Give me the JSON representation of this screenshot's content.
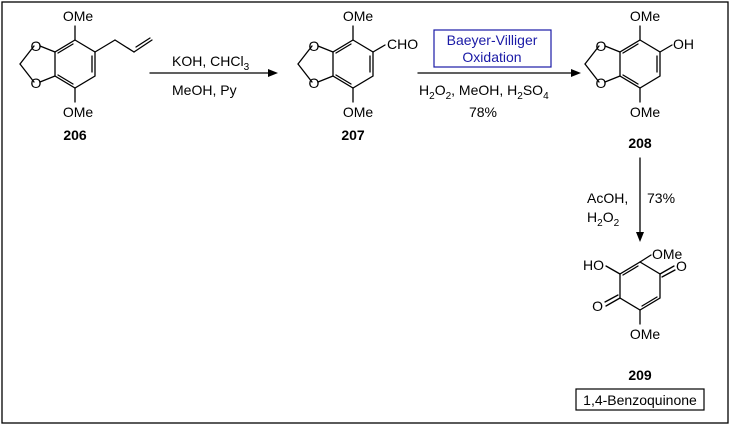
{
  "compounds": {
    "c206": {
      "number": "206",
      "top_group": "OMe",
      "bottom_group": "OMe"
    },
    "c207": {
      "number": "207",
      "top_group": "OMe",
      "bottom_group": "OMe",
      "side_group": "CHO"
    },
    "c208": {
      "number": "208",
      "top_group": "OMe",
      "bottom_group": "OMe",
      "side_group": "OH"
    },
    "c209": {
      "number": "209",
      "top_group": "OMe",
      "bottom_group": "OMe",
      "left_group": "HO",
      "top_right_o": "O",
      "bottom_left_o": "O",
      "name": "1,4-Benzoquinone"
    }
  },
  "step1": {
    "reagents": "KOH, CHCl",
    "reagents_sub": "3",
    "solvent": "MeOH, Py"
  },
  "step2": {
    "box_line1": "Baeyer-Villiger",
    "box_line2": "Oxidation",
    "h2": "H",
    "h2_sub": "2",
    "o2": "O",
    "o2_sub": "2",
    "mid": ", MeOH, H",
    "mid_sub": "2",
    "so": "SO",
    "so_sub": "4",
    "yield": "78%"
  },
  "step3": {
    "reagent1": "AcOH,",
    "yield": "73%",
    "h": "H",
    "h_sub": "2",
    "o": "O",
    "o_sub": "2"
  }
}
